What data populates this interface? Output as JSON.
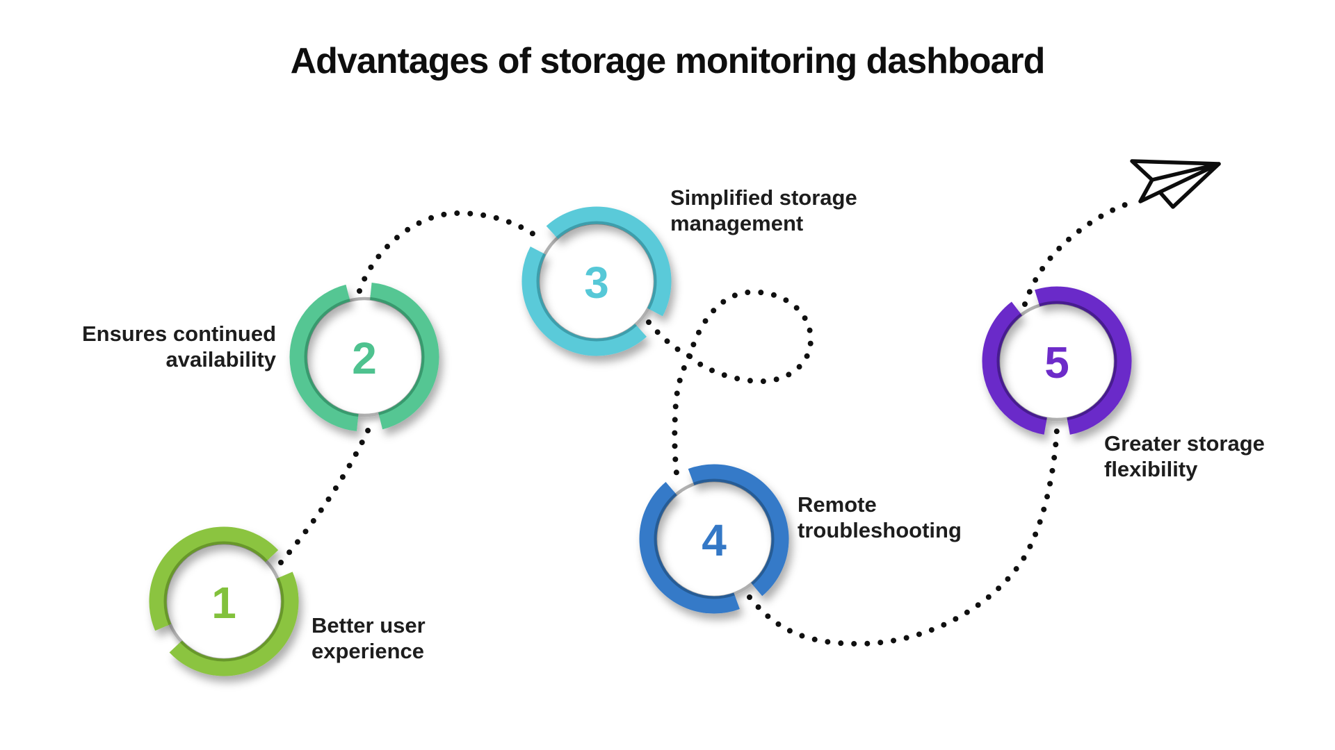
{
  "title": "Advantages of storage monitoring dashboard",
  "steps": [
    {
      "number": "1",
      "label": "Better user\nexperience",
      "color": "#8bc43f",
      "shade": "#67982c",
      "number_color": "#82c13c"
    },
    {
      "number": "2",
      "label": "Ensures continued\navailability",
      "color": "#54c693",
      "shade": "#389a6e",
      "number_color": "#4ec28f"
    },
    {
      "number": "3",
      "label": "Simplified storage\nmanagement",
      "color": "#5acad9",
      "shade": "#3c9eac",
      "number_color": "#56c8d7"
    },
    {
      "number": "4",
      "label": "Remote\ntroubleshooting",
      "color": "#347ac8",
      "shade": "#255c96",
      "number_color": "#3478c6"
    },
    {
      "number": "5",
      "label": "Greater storage\nflexibility",
      "color": "#6b2ac9",
      "shade": "#471a8f",
      "number_color": "#6d2bc9"
    }
  ],
  "decor": {
    "plane_icon": "paper-plane-icon",
    "path_color": "#101010",
    "ring_base_color": "#b0b0b0",
    "background": "#ffffff",
    "text_color": "#1d1d1d"
  }
}
